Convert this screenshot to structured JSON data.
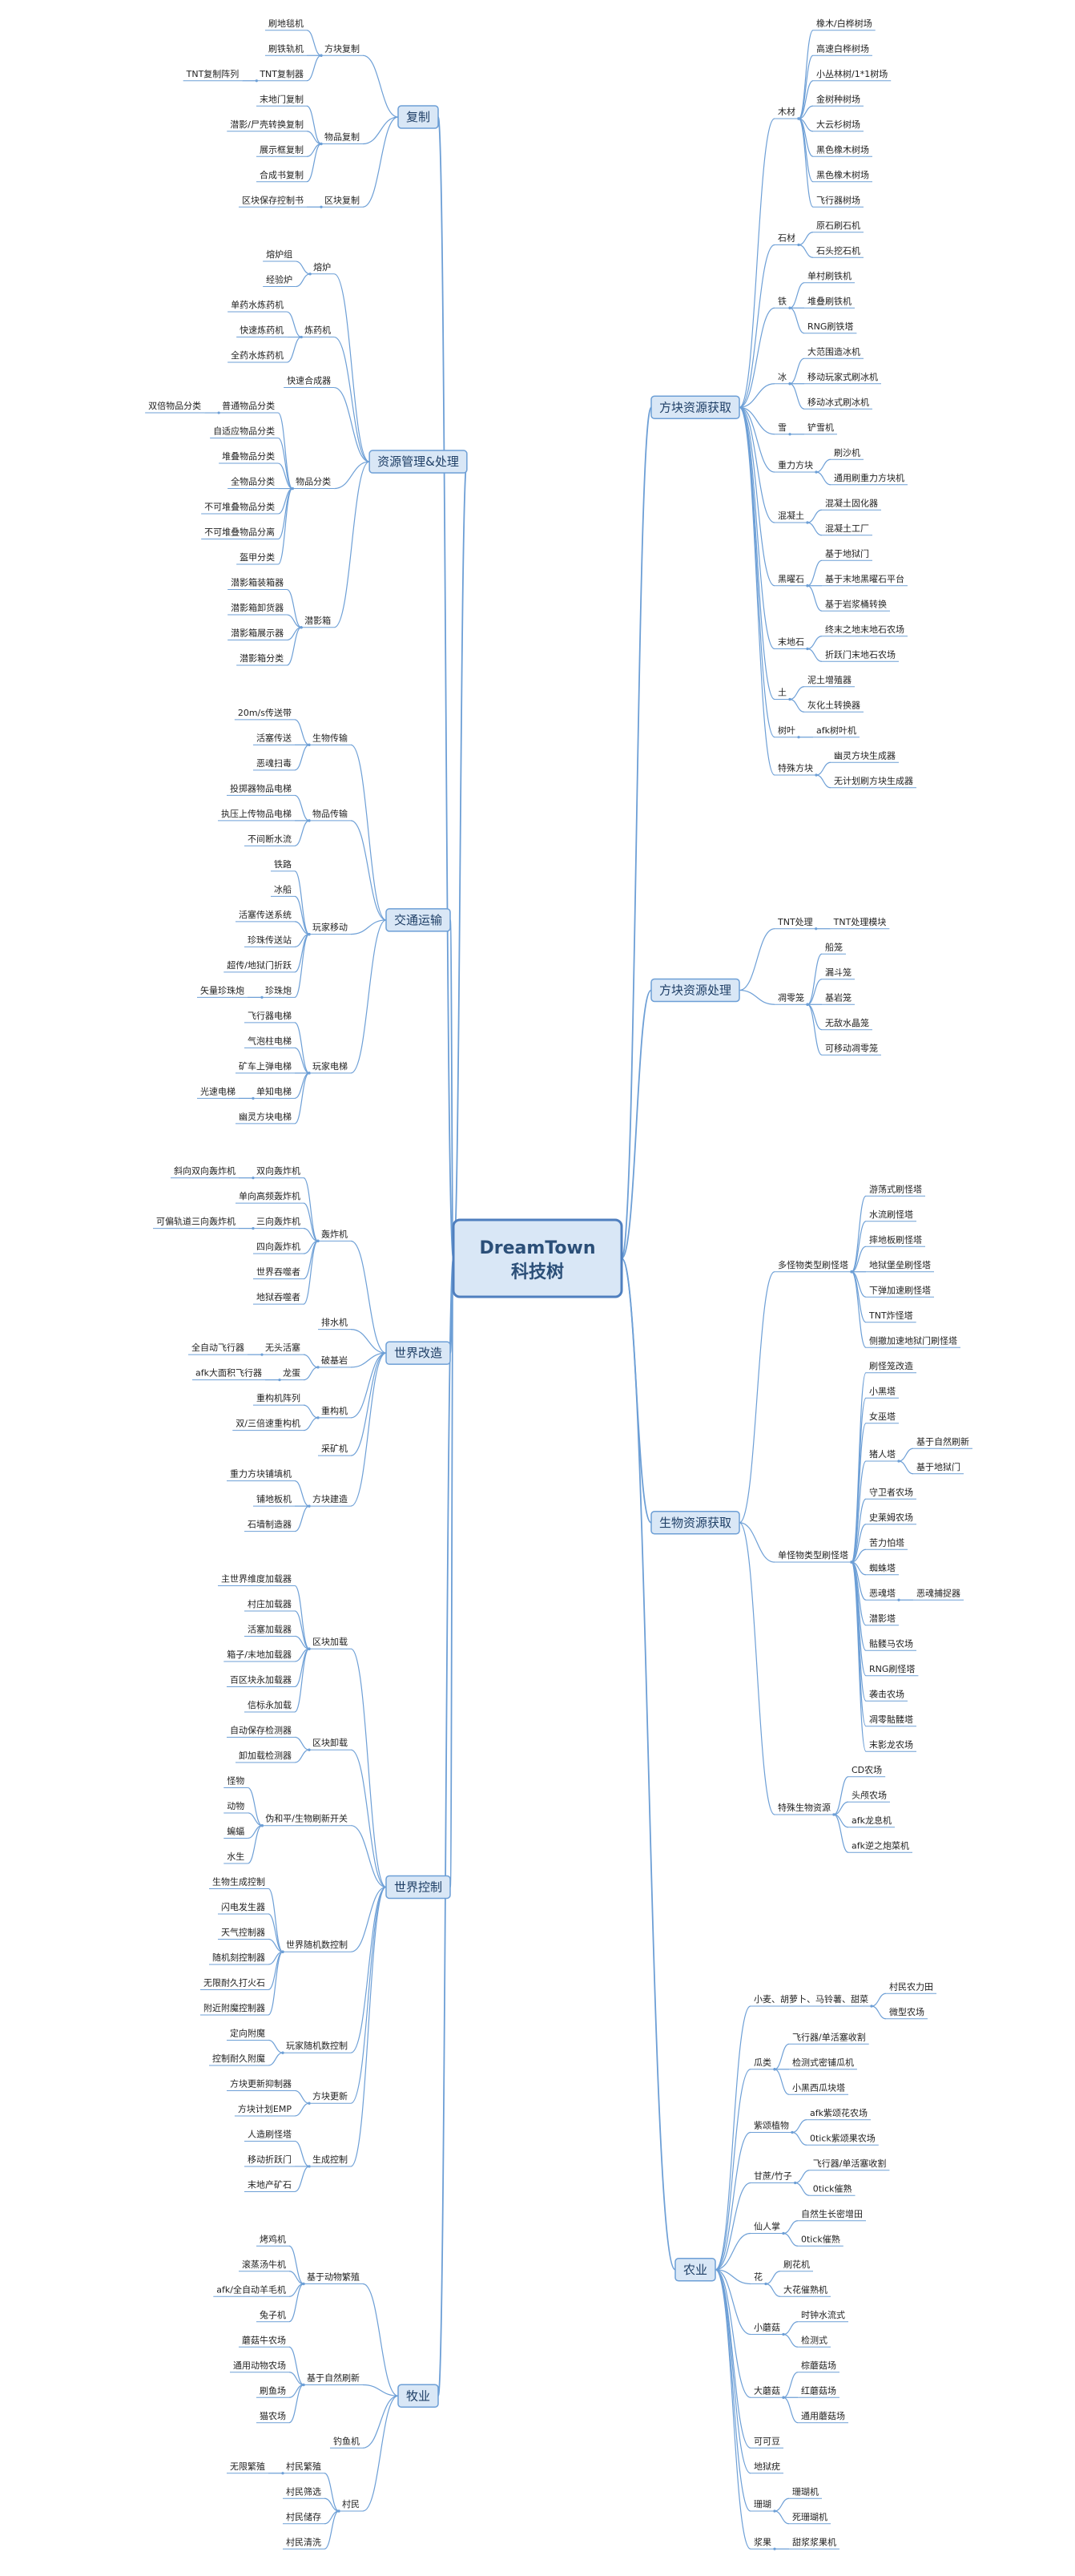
{
  "root": {
    "line1": "DreamTown",
    "line2": "科技树"
  },
  "branches": [
    {
      "label": "复制",
      "side": "left",
      "children": [
        {
          "label": "方块复制",
          "children": [
            {
              "label": "刷地毯机"
            },
            {
              "label": "刷铁轨机"
            },
            {
              "label": "TNT复制器",
              "children": [
                {
                  "label": "TNT复制阵列"
                }
              ]
            }
          ]
        },
        {
          "label": "物品复制",
          "children": [
            {
              "label": "末地门复制"
            },
            {
              "label": "潜影/尸壳转换复制"
            },
            {
              "label": "展示框复制"
            },
            {
              "label": "合成书复制"
            }
          ]
        },
        {
          "label": "区块复制",
          "children": [
            {
              "label": "区块保存控制书"
            }
          ]
        }
      ]
    },
    {
      "label": "资源管理&处理",
      "side": "left",
      "children": [
        {
          "label": "熔炉",
          "children": [
            {
              "label": "熔炉组"
            },
            {
              "label": "经验炉"
            }
          ]
        },
        {
          "label": "炼药机",
          "children": [
            {
              "label": "单药水炼药机"
            },
            {
              "label": "快速炼药机"
            },
            {
              "label": "全药水炼药机"
            }
          ]
        },
        {
          "label": "快速合成器"
        },
        {
          "label": "物品分类",
          "children": [
            {
              "label": "普通物品分类",
              "children": [
                {
                  "label": "双倍物品分类"
                }
              ]
            },
            {
              "label": "自适应物品分类"
            },
            {
              "label": "堆叠物品分类"
            },
            {
              "label": "全物品分类"
            },
            {
              "label": "不可堆叠物品分类"
            },
            {
              "label": "不可堆叠物品分离"
            },
            {
              "label": "盔甲分类"
            }
          ]
        },
        {
          "label": "潜影箱",
          "children": [
            {
              "label": "潜影箱装箱器"
            },
            {
              "label": "潜影箱卸货器"
            },
            {
              "label": "潜影箱展示器"
            },
            {
              "label": "潜影箱分类"
            }
          ]
        }
      ]
    },
    {
      "label": "交通运输",
      "side": "left",
      "children": [
        {
          "label": "生物传输",
          "children": [
            {
              "label": "20m/s传送带"
            },
            {
              "label": "活塞传送"
            },
            {
              "label": "恶魂扫毒"
            }
          ]
        },
        {
          "label": "物品传输",
          "children": [
            {
              "label": "投掷器物品电梯"
            },
            {
              "label": "执压上传物品电梯"
            },
            {
              "label": "不间断水流"
            }
          ]
        },
        {
          "label": "玩家移动",
          "children": [
            {
              "label": "铁路"
            },
            {
              "label": "冰船"
            },
            {
              "label": "活塞传送系统"
            },
            {
              "label": "珍珠传送站"
            },
            {
              "label": "超传/地狱门折跃"
            },
            {
              "label": "珍珠炮",
              "children": [
                {
                  "label": "矢量珍珠炮"
                }
              ]
            }
          ]
        },
        {
          "label": "玩家电梯",
          "children": [
            {
              "label": "飞行器电梯"
            },
            {
              "label": "气泡柱电梯"
            },
            {
              "label": "矿车上弹电梯"
            },
            {
              "label": "单知电梯",
              "children": [
                {
                  "label": "光速电梯"
                }
              ]
            },
            {
              "label": "幽灵方块电梯"
            }
          ]
        }
      ]
    },
    {
      "label": "世界改造",
      "side": "left",
      "children": [
        {
          "label": "轰炸机",
          "children": [
            {
              "label": "双向轰炸机",
              "children": [
                {
                  "label": "斜向双向轰炸机"
                }
              ]
            },
            {
              "label": "单向高频轰炸机"
            },
            {
              "label": "三向轰炸机",
              "children": [
                {
                  "label": "可偏轨道三向轰炸机"
                }
              ]
            },
            {
              "label": "四向轰炸机"
            },
            {
              "label": "世界吞噬者"
            },
            {
              "label": "地狱吞噬者"
            }
          ]
        },
        {
          "label": "排水机"
        },
        {
          "label": "破基岩",
          "children": [
            {
              "label": "无头活塞",
              "children": [
                {
                  "label": "全自动飞行器"
                }
              ]
            },
            {
              "label": "龙蛋",
              "children": [
                {
                  "label": "afk大面积飞行器"
                }
              ]
            }
          ]
        },
        {
          "label": "重构机",
          "children": [
            {
              "label": "重构机阵列"
            },
            {
              "label": "双/三倍速重构机"
            }
          ]
        },
        {
          "label": "采矿机"
        },
        {
          "label": "方块建造",
          "children": [
            {
              "label": "重力方块铺填机"
            },
            {
              "label": "铺地板机"
            },
            {
              "label": "石墙制造器"
            }
          ]
        }
      ]
    },
    {
      "label": "世界控制",
      "side": "left",
      "children": [
        {
          "label": "区块加载",
          "children": [
            {
              "label": "主世界维度加载器"
            },
            {
              "label": "村庄加载器"
            },
            {
              "label": "活塞加载器"
            },
            {
              "label": "箱子/末地加载器"
            },
            {
              "label": "百区块永加载器"
            },
            {
              "label": "信标永加载"
            }
          ]
        },
        {
          "label": "区块卸载",
          "children": [
            {
              "label": "自动保存检测器"
            },
            {
              "label": "卸加载检测器"
            }
          ]
        },
        {
          "label": "伪和平/生物刷新开关",
          "children": [
            {
              "label": "怪物"
            },
            {
              "label": "动物"
            },
            {
              "label": "蝙蝠"
            },
            {
              "label": "水生"
            }
          ]
        },
        {
          "label": "世界随机数控制",
          "children": [
            {
              "label": "生物生成控制"
            },
            {
              "label": "闪电发生器"
            },
            {
              "label": "天气控制器"
            },
            {
              "label": "随机刻控制器"
            },
            {
              "label": "无限耐久打火石"
            },
            {
              "label": "附近附魔控制器"
            }
          ]
        },
        {
          "label": "玩家随机数控制",
          "children": [
            {
              "label": "定向附魔"
            },
            {
              "label": "控制耐久附魔"
            }
          ]
        },
        {
          "label": "方块更新",
          "children": [
            {
              "label": "方块更新抑制器"
            },
            {
              "label": "方块计划EMP"
            }
          ]
        },
        {
          "label": "生成控制",
          "children": [
            {
              "label": "人造刷怪塔"
            },
            {
              "label": "移动折跃门"
            },
            {
              "label": "末地产矿石"
            }
          ]
        }
      ]
    },
    {
      "label": "牧业",
      "side": "left",
      "children": [
        {
          "label": "基于动物繁殖",
          "children": [
            {
              "label": "烤鸡机"
            },
            {
              "label": "滚蒸汤牛机"
            },
            {
              "label": "afk/全自动羊毛机"
            },
            {
              "label": "兔子机"
            }
          ]
        },
        {
          "label": "基于自然刷新",
          "children": [
            {
              "label": "蘑菇牛农场"
            },
            {
              "label": "通用动物农场"
            },
            {
              "label": "刷鱼场"
            },
            {
              "label": "猫农场"
            }
          ]
        },
        {
          "label": "钓鱼机"
        },
        {
          "label": "村民",
          "children": [
            {
              "label": "村民繁殖",
              "children": [
                {
                  "label": "无限繁殖"
                }
              ]
            },
            {
              "label": "村民筛选"
            },
            {
              "label": "村民储存"
            },
            {
              "label": "村民清洗"
            }
          ]
        }
      ]
    },
    {
      "label": "方块资源获取",
      "side": "right",
      "children": [
        {
          "label": "木材",
          "children": [
            {
              "label": "橡木/白桦树场"
            },
            {
              "label": "高速白桦树场"
            },
            {
              "label": "小丛林树/1*1树场"
            },
            {
              "label": "金树种树场"
            },
            {
              "label": "大云杉树场"
            },
            {
              "label": "黑色橡木树场"
            },
            {
              "label": "黑色橡木树场"
            },
            {
              "label": "飞行器树场"
            }
          ]
        },
        {
          "label": "石材",
          "children": [
            {
              "label": "原石刷石机"
            },
            {
              "label": "石头挖石机"
            }
          ]
        },
        {
          "label": "铁",
          "children": [
            {
              "label": "单村刷铁机"
            },
            {
              "label": "堆叠刷铁机"
            },
            {
              "label": "RNG刷铁塔"
            }
          ]
        },
        {
          "label": "冰",
          "children": [
            {
              "label": "大范围造冰机"
            },
            {
              "label": "移动玩家式刷冰机"
            },
            {
              "label": "移动冰式刷冰机"
            }
          ]
        },
        {
          "label": "雪",
          "children": [
            {
              "label": "铲雪机"
            }
          ]
        },
        {
          "label": "重力方块",
          "children": [
            {
              "label": "刷沙机"
            },
            {
              "label": "通用刷重力方块机"
            }
          ]
        },
        {
          "label": "混凝土",
          "children": [
            {
              "label": "混凝土固化器"
            },
            {
              "label": "混凝土工厂"
            }
          ]
        },
        {
          "label": "黑曜石",
          "children": [
            {
              "label": "基于地狱门"
            },
            {
              "label": "基于末地黑曜石平台"
            },
            {
              "label": "基于岩浆桶转换"
            }
          ]
        },
        {
          "label": "末地石",
          "children": [
            {
              "label": "终末之地末地石农场"
            },
            {
              "label": "折跃门末地石农场"
            }
          ]
        },
        {
          "label": "土",
          "children": [
            {
              "label": "泥土增殖器"
            },
            {
              "label": "灰化土转换器"
            }
          ]
        },
        {
          "label": "树叶",
          "children": [
            {
              "label": "afk树叶机"
            }
          ]
        },
        {
          "label": "特殊方块",
          "children": [
            {
              "label": "幽灵方块生成器"
            },
            {
              "label": "无计划刷方块生成器"
            }
          ]
        }
      ]
    },
    {
      "label": "方块资源处理",
      "side": "right",
      "children": [
        {
          "label": "TNT处理",
          "children": [
            {
              "label": "TNT处理模块"
            }
          ]
        },
        {
          "label": "凋零笼",
          "children": [
            {
              "label": "船笼"
            },
            {
              "label": "漏斗笼"
            },
            {
              "label": "基岩笼"
            },
            {
              "label": "无敌水晶笼"
            },
            {
              "label": "可移动凋零笼"
            }
          ]
        }
      ]
    },
    {
      "label": "生物资源获取",
      "side": "right",
      "children": [
        {
          "label": "多怪物类型刷怪塔",
          "children": [
            {
              "label": "游荡式刷怪塔"
            },
            {
              "label": "水流刷怪塔"
            },
            {
              "label": "摔地板刷怪塔"
            },
            {
              "label": "地狱堡垒刷怪塔"
            },
            {
              "label": "下弹加速刷怪塔"
            },
            {
              "label": "TNT炸怪塔"
            },
            {
              "label": "侧撤加速地狱门刷怪塔"
            }
          ]
        },
        {
          "label": "单怪物类型刷怪塔",
          "children": [
            {
              "label": "刷怪笼改造"
            },
            {
              "label": "小黑塔"
            },
            {
              "label": "女巫塔"
            },
            {
              "label": "猪人塔",
              "children": [
                {
                  "label": "基于自然刷新"
                },
                {
                  "label": "基于地狱门"
                }
              ]
            },
            {
              "label": "守卫者农场"
            },
            {
              "label": "史莱姆农场"
            },
            {
              "label": "苦力怕塔"
            },
            {
              "label": "蜘蛛塔"
            },
            {
              "label": "恶魂塔",
              "children": [
                {
                  "label": "恶魂捕捉器"
                }
              ]
            },
            {
              "label": "潜影塔"
            },
            {
              "label": "骷髅马农场"
            },
            {
              "label": "RNG刷怪塔"
            },
            {
              "label": "袭击农场"
            },
            {
              "label": "凋零骷髅塔"
            },
            {
              "label": "末影龙农场"
            }
          ]
        },
        {
          "label": "特殊生物资源",
          "children": [
            {
              "label": "CD农场"
            },
            {
              "label": "头颅农场"
            },
            {
              "label": "afk龙息机"
            },
            {
              "label": "afk逆之炮菜机"
            }
          ]
        }
      ]
    },
    {
      "label": "农业",
      "side": "right",
      "children": [
        {
          "label": "小麦、胡萝卜、马铃薯、甜菜",
          "children": [
            {
              "label": "村民农力田"
            },
            {
              "label": "微型农场"
            }
          ]
        },
        {
          "label": "瓜类",
          "children": [
            {
              "label": "飞行器/单活塞收割"
            },
            {
              "label": "检测式密铺瓜机"
            },
            {
              "label": "小黑西瓜块塔"
            }
          ]
        },
        {
          "label": "紫颂植物",
          "children": [
            {
              "label": "afk紫颂花农场"
            },
            {
              "label": "0tick紫颂果农场"
            }
          ]
        },
        {
          "label": "甘蔗/竹子",
          "children": [
            {
              "label": "飞行器/单活塞收割"
            },
            {
              "label": "0tick催熟"
            }
          ]
        },
        {
          "label": "仙人掌",
          "children": [
            {
              "label": "自然生长密增田"
            },
            {
              "label": "0tick催熟"
            }
          ]
        },
        {
          "label": "花",
          "children": [
            {
              "label": "刷花机"
            },
            {
              "label": "大花催熟机"
            }
          ]
        },
        {
          "label": "小蘑菇",
          "children": [
            {
              "label": "时钟水流式"
            },
            {
              "label": "检测式"
            }
          ]
        },
        {
          "label": "大蘑菇",
          "children": [
            {
              "label": "棕蘑菇场"
            },
            {
              "label": "红蘑菇场"
            },
            {
              "label": "通用蘑菇场"
            }
          ]
        },
        {
          "label": "可可豆"
        },
        {
          "label": "地狱疣"
        },
        {
          "label": "珊瑚",
          "children": [
            {
              "label": "珊瑚机"
            },
            {
              "label": "死珊瑚机"
            }
          ]
        },
        {
          "label": "浆果",
          "children": [
            {
              "label": "甜浆浆果机"
            }
          ]
        }
      ]
    }
  ]
}
